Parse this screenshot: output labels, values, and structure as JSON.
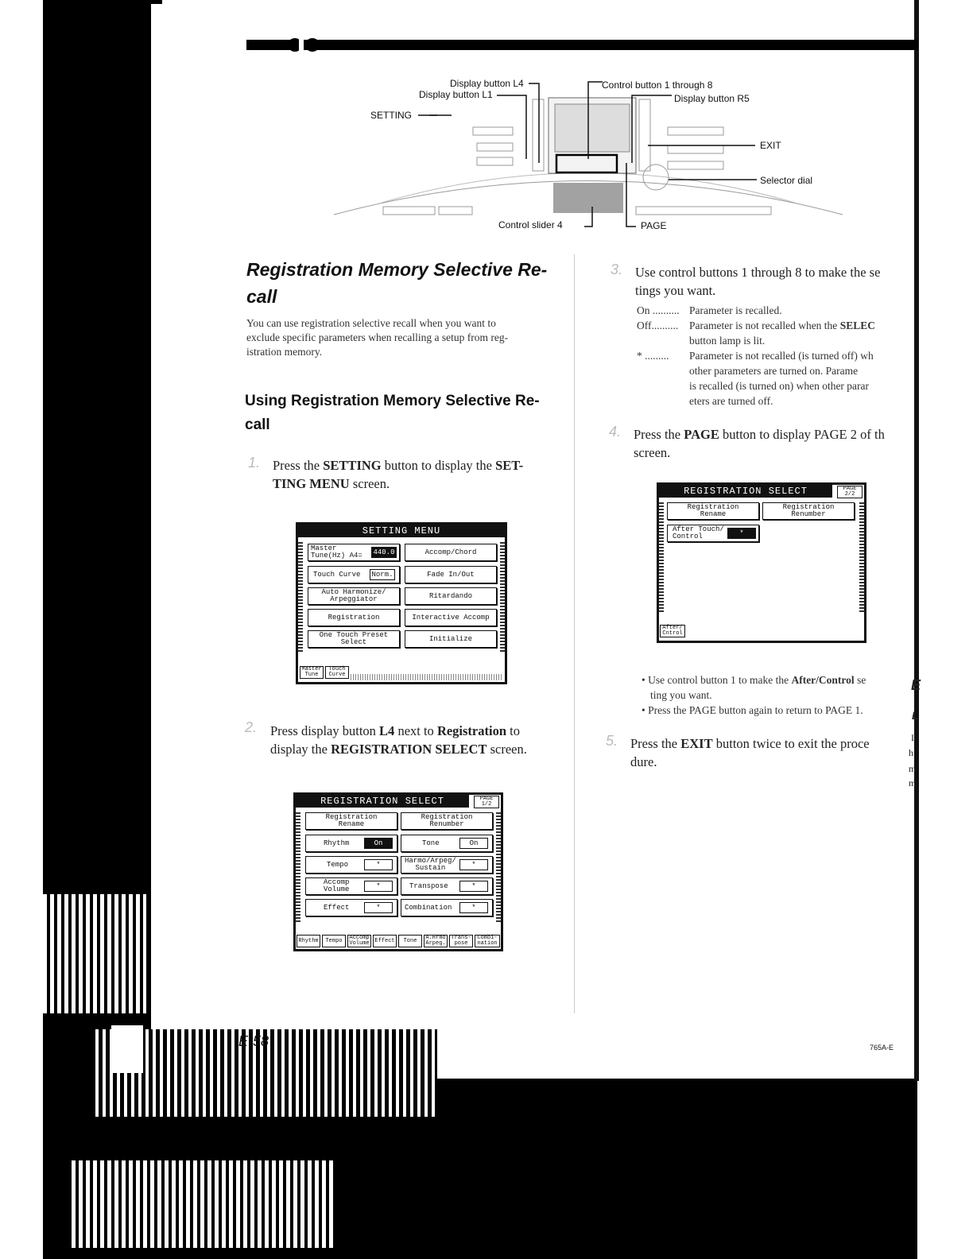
{
  "diagram": {
    "callouts": {
      "display_l4": "Display button L4",
      "display_l1": "Display button L1",
      "setting": "SETTING",
      "control_1_8": "Control button 1 through 8",
      "display_r5": "Display button R5",
      "exit": "EXIT",
      "selector_dial": "Selector dial",
      "control_slider_4": "Control slider 4",
      "page": "PAGE"
    }
  },
  "left": {
    "title": "Registration Memory Selective Re-call",
    "title_l1": "Registration Memory Selective Re-",
    "title_l2": "call",
    "intro_l1": "You can use registration selective recall when you want to",
    "intro_l2": "exclude specific parameters when recalling a setup from reg-",
    "intro_l3": "istration memory.",
    "subtitle_l1": "Using Registration Memory Selective Re-",
    "subtitle_l2": "call",
    "step1": {
      "num": "1.",
      "a": "Press the ",
      "b": "SETTING",
      "c": " button to display the ",
      "d": "SET-",
      "e": "TING MENU",
      "f": " screen."
    },
    "step2": {
      "num": "2.",
      "a": "Press display button ",
      "b": "L4",
      "c": " next to ",
      "d": "Registration",
      "e": " to",
      "f": "display the ",
      "g": "REGISTRATION SELECT",
      "h": " screen."
    }
  },
  "setting_menu": {
    "title": "SETTING MENU",
    "master_tune_l1": "Master",
    "master_tune_l2": "Tune(Hz) A4=",
    "master_tune_value": "440.0",
    "touch_curve": "Touch Curve",
    "touch_curve_value": "Norm.",
    "auto_harm_l1": "Auto Harmonize/",
    "auto_harm_l2": "Arpeggiator",
    "registration": "Registration",
    "one_touch_l1": "One Touch Preset",
    "one_touch_l2": "Select",
    "accomp_chord": "Accomp/Chord",
    "fade": "Fade In/Out",
    "ritardando": "Ritardando",
    "interactive": "Interactive Accomp",
    "initialize": "Initialize",
    "tab1_l1": "Master",
    "tab1_l2": "Tune",
    "tab2_l1": "Touch",
    "tab2_l2": "Curve"
  },
  "reg_select_1": {
    "title": "REGISTRATION SELECT",
    "page_l1": "PAGE",
    "page_l2": "1/2",
    "rename_l1": "Registration",
    "rename_l2": "Rename",
    "renumber_l1": "Registration",
    "renumber_l2": "Renumber",
    "rhythm": "Rhythm",
    "rhythm_v": "On",
    "tempo": "Tempo",
    "tempo_v": "*",
    "accomp_l1": "Accomp",
    "accomp_l2": "Volume",
    "accomp_v": "*",
    "effect": "Effect",
    "effect_v": "*",
    "tone": "Tone",
    "tone_v": "On",
    "harmo_l1": "Harmo/Arpeg/",
    "harmo_l2": "Sustain",
    "harmo_v": "*",
    "transpose": "Transpose",
    "transpose_v": "*",
    "combination": "Combination",
    "combination_v": "*",
    "tabs": [
      "Rhythm",
      "Tempo",
      "Accomp Volume",
      "Effect",
      "Tone",
      "A.Hrmo Arpeg.",
      "Trans- pose",
      "Combi- nation"
    ]
  },
  "right": {
    "step3": {
      "num": "3.",
      "l1": "Use control buttons 1 through 8 to make the se",
      "l2": "tings you want."
    },
    "defs": {
      "on_key": "On ..........",
      "on_val": "Parameter is recalled.",
      "off_key": "Off..........",
      "off_val_a": "Parameter is not recalled when the ",
      "off_val_b": "SELEC",
      "off_val_c": "button lamp is lit.",
      "star_key": "* .........",
      "star_l1": "Parameter is not recalled (is turned off) wh",
      "star_l2": "other parameters are turned on. Parame",
      "star_l3": "is recalled (is turned on) when other parar",
      "star_l4": "eters are turned off."
    },
    "step4": {
      "num": "4.",
      "a": "Press the ",
      "b": "PAGE",
      "c": " button to display PAGE 2 of th",
      "d": "screen."
    },
    "bullets": {
      "b1_a": "• Use control button 1 to make the ",
      "b1_b": "After/Control",
      "b1_c": " se",
      "b1_d": "ting you want.",
      "b2": "• Press the PAGE button again to return to PAGE 1."
    },
    "step5": {
      "num": "5.",
      "a": "Press the ",
      "b": "EXIT",
      "c": " button twice to exit the proce",
      "d": "dure."
    }
  },
  "reg_select_2": {
    "title": "REGISTRATION SELECT",
    "page_l1": "PAGE",
    "page_l2": "2/2",
    "rename_l1": "Registration",
    "rename_l2": "Rename",
    "renumber_l1": "Registration",
    "renumber_l2": "Renumber",
    "after_l1": "After Touch/",
    "after_l2": "Control",
    "after_v": "*",
    "tab_l1": "After/",
    "tab_l2": "Cntrol"
  },
  "footer": {
    "page_number": "E-58",
    "code": "765A-E"
  },
  "margin_fragments": [
    "E",
    "L",
    "I",
    "h",
    "m",
    "m"
  ]
}
